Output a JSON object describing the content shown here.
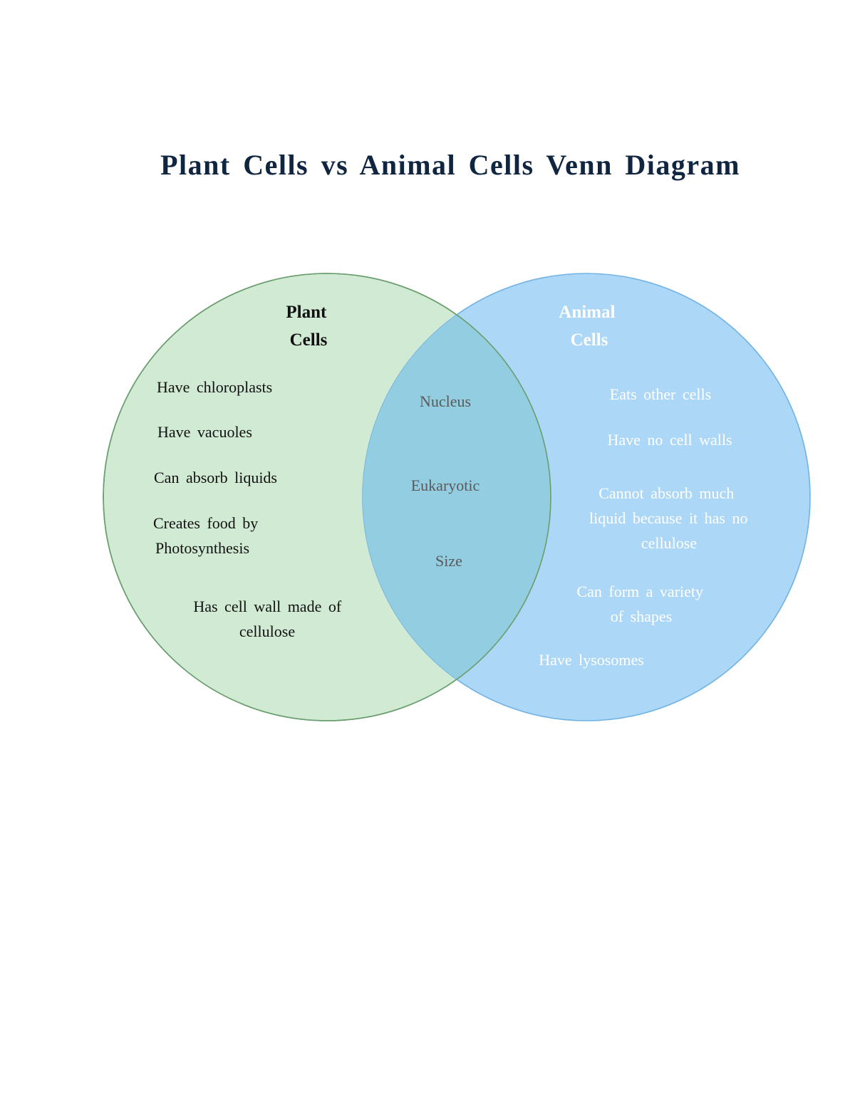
{
  "title": "Plant Cells vs Animal Cells Venn Diagram",
  "colors": {
    "title": "#0f2540",
    "plant_fill": "#d1ead3",
    "plant_stroke": "#6a9e6d",
    "animal_fill": "#a4d3f6",
    "animal_stroke": "#6fb2e4",
    "overlap_fill": "#93cde1"
  },
  "venn": {
    "plant": {
      "heading": [
        "Plant",
        "Cells"
      ],
      "items": [
        [
          "Have chloroplasts"
        ],
        [
          "Have vacuoles"
        ],
        [
          "Can absorb liquids"
        ],
        [
          "Creates food by",
          "Photosynthesis"
        ],
        [
          "Has cell wall made of",
          "cellulose"
        ]
      ]
    },
    "shared": {
      "items": [
        [
          "Nucleus"
        ],
        [
          "Eukaryotic"
        ],
        [
          "Size"
        ]
      ]
    },
    "animal": {
      "heading": [
        "Animal",
        "Cells"
      ],
      "items": [
        [
          "Eats other cells"
        ],
        [
          "Have no cell walls"
        ],
        [
          "Cannot absorb much",
          "liquid because it has no",
          "cellulose"
        ],
        [
          "Can form a variety",
          "of shapes"
        ],
        [
          "Have lysosomes"
        ]
      ]
    }
  }
}
